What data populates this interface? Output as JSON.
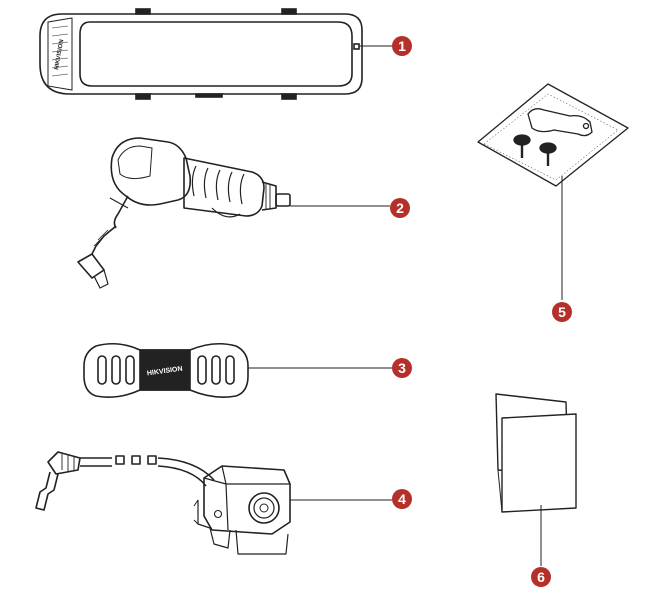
{
  "diagram": {
    "callout_color": "#b5302a",
    "line_color": "#222222",
    "brand_text": "HIKVISION",
    "callouts": [
      {
        "number": "1",
        "item": "mirror-dashcam-icon"
      },
      {
        "number": "2",
        "item": "car-charger-icon"
      },
      {
        "number": "3",
        "item": "rubber-mount-icon"
      },
      {
        "number": "4",
        "item": "rear-camera-icon"
      },
      {
        "number": "5",
        "item": "screw-pack-icon"
      },
      {
        "number": "6",
        "item": "manual-icon"
      }
    ]
  }
}
